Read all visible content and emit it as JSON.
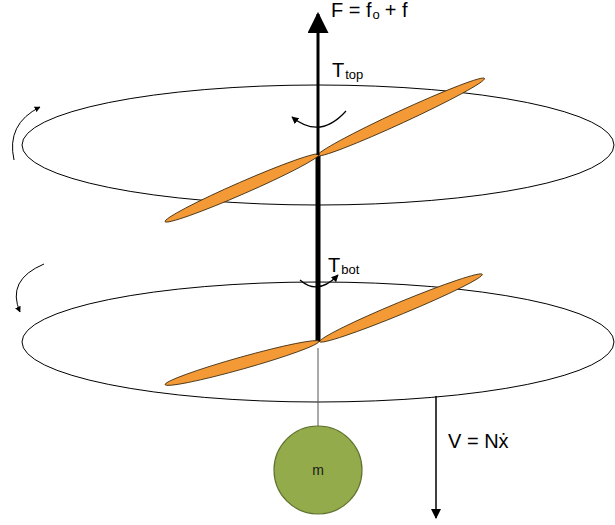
{
  "diagram": {
    "nodes": [
      {
        "text": [
          "m"
        ]
      }
    ],
    "labels": [
      "F = f",
      "o",
      "+ f",
      "T",
      "top",
      "T",
      "bot",
      "V = Nẋ"
    ]
  }
}
